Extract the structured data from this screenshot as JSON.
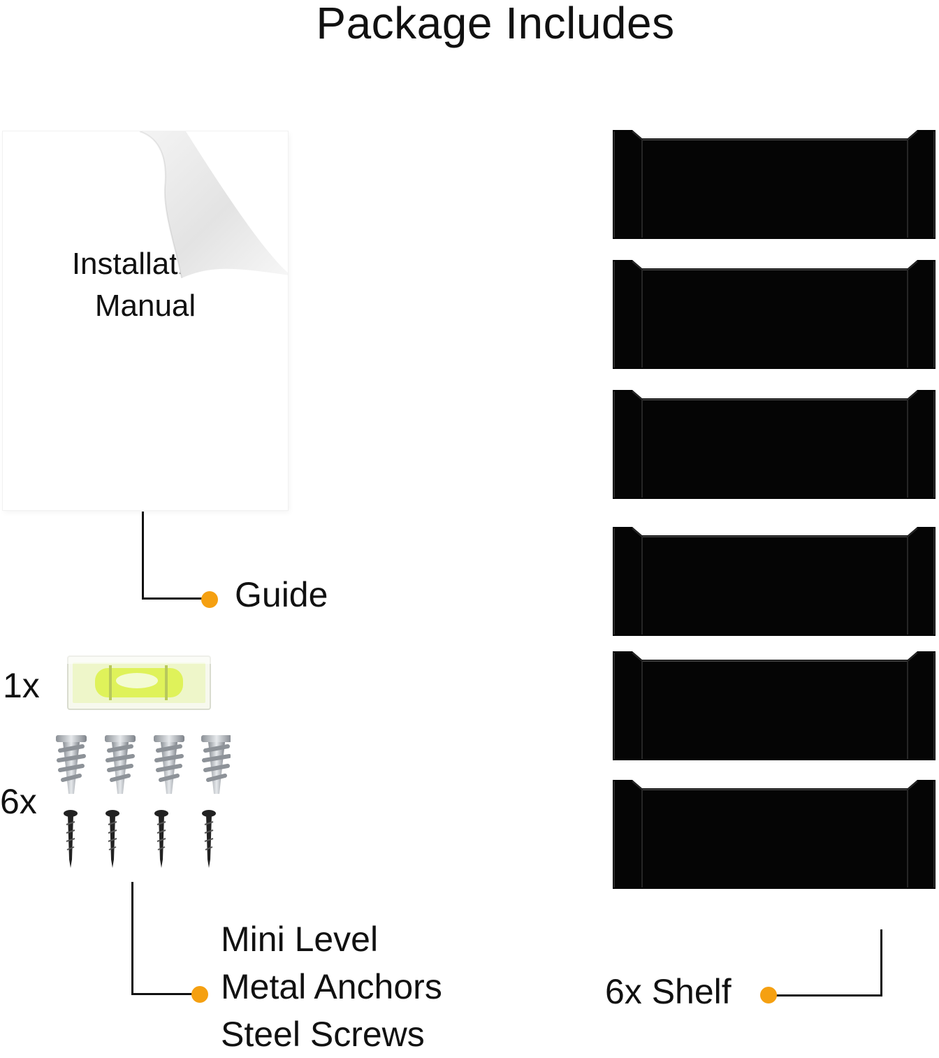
{
  "title": "Package Includes",
  "manual": {
    "text_line1": "Installation",
    "text_line2": "Manual"
  },
  "labels": {
    "guide": "Guide",
    "level_count": "1x",
    "hardware_count": "6x",
    "hardware": [
      "Mini Level",
      "Metal Anchors",
      "Steel Screws"
    ],
    "shelf": "6x Shelf"
  },
  "shelves": [
    1,
    2,
    3,
    4,
    5,
    6
  ],
  "colors": {
    "accent_dot": "#f5a011",
    "shelf": "#050505",
    "level_fluid": "#d8f040"
  },
  "icons": [
    "manual-page-icon",
    "shelf-icon",
    "spirit-level-icon",
    "wall-anchor-icon",
    "screw-icon"
  ]
}
